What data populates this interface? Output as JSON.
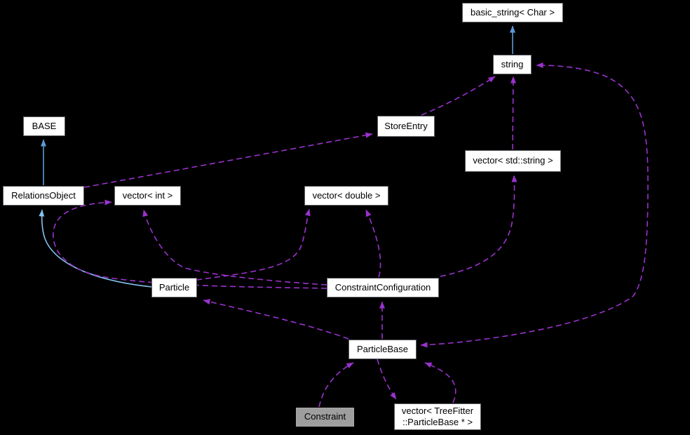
{
  "diagram": {
    "kind": "collaboration-graph",
    "background_color": "#000000",
    "colors": {
      "usage_edge": "#9a32cd",
      "inheritance_edge": "#5b9bd5",
      "inheritance_edge_light": "#85c2f0",
      "node_fill": "#ffffff",
      "node_border": "#5a5e63",
      "node_text": "#000000",
      "highlighted_node_fill": "#9e9e9e"
    },
    "nodes": [
      {
        "id": "basic_string",
        "label": "basic_string< Char >",
        "highlighted": false
      },
      {
        "id": "string",
        "label": "string",
        "highlighted": false
      },
      {
        "id": "base",
        "label": "BASE",
        "highlighted": false
      },
      {
        "id": "store_entry",
        "label": "StoreEntry",
        "highlighted": false
      },
      {
        "id": "vector_std_string",
        "label": "vector< std::string >",
        "highlighted": false
      },
      {
        "id": "relations_object",
        "label": "RelationsObject",
        "highlighted": false
      },
      {
        "id": "vector_int",
        "label": "vector< int >",
        "highlighted": false
      },
      {
        "id": "vector_double",
        "label": "vector< double >",
        "highlighted": false
      },
      {
        "id": "particle",
        "label": "Particle",
        "highlighted": false
      },
      {
        "id": "constraint_configuration",
        "label": "ConstraintConfiguration",
        "highlighted": false
      },
      {
        "id": "particle_base",
        "label": "ParticleBase",
        "highlighted": false
      },
      {
        "id": "constraint",
        "label": "Constraint",
        "highlighted": true
      },
      {
        "id": "vector_treefitter_particlebase",
        "label": "vector< TreeFitter ::ParticleBase * >",
        "lines": {
          "0": "vector< TreeFitter",
          "1": "::ParticleBase * >"
        },
        "highlighted": false
      }
    ],
    "edges": [
      {
        "from": "string",
        "to": "basic_string< Char >",
        "style": "solid",
        "relation": "inheritance"
      },
      {
        "from": "RelationsObject",
        "to": "BASE",
        "style": "solid",
        "relation": "inheritance"
      },
      {
        "from": "Particle",
        "to": "RelationsObject",
        "style": "solid",
        "relation": "inheritance"
      },
      {
        "from": "RelationsObject",
        "to": "StoreEntry",
        "style": "dashed",
        "relation": "usage"
      },
      {
        "from": "StoreEntry",
        "to": "string",
        "style": "dashed",
        "relation": "usage"
      },
      {
        "from": "vector< std::string >",
        "to": "string",
        "style": "dashed",
        "relation": "usage"
      },
      {
        "from": "ConstraintConfiguration",
        "to": "vector< std::string >",
        "style": "dashed",
        "relation": "usage"
      },
      {
        "from": "ConstraintConfiguration",
        "to": "vector< double >",
        "style": "dashed",
        "relation": "usage"
      },
      {
        "from": "Particle",
        "to": "vector< double >",
        "style": "dashed",
        "relation": "usage"
      },
      {
        "from": "ConstraintConfiguration",
        "to": "vector< int >",
        "style": "dashed",
        "relation": "usage",
        "route": "upper"
      },
      {
        "from": "ConstraintConfiguration",
        "to": "vector< int >",
        "style": "dashed",
        "relation": "usage",
        "route": "left-sweep"
      },
      {
        "from": "ParticleBase",
        "to": "ConstraintConfiguration",
        "style": "dashed",
        "relation": "usage"
      },
      {
        "from": "ParticleBase",
        "to": "Particle",
        "style": "dashed",
        "relation": "usage"
      },
      {
        "from": "Constraint",
        "to": "ParticleBase",
        "style": "dashed",
        "relation": "usage"
      },
      {
        "from": "ParticleBase",
        "to": "vector< TreeFitter ::ParticleBase * >",
        "style": "dashed",
        "relation": "usage"
      },
      {
        "from": "vector< TreeFitter ::ParticleBase * >",
        "to": "ParticleBase",
        "style": "dashed",
        "relation": "usage"
      },
      {
        "from": "ParticleBase",
        "to": "string",
        "style": "dashed",
        "relation": "usage",
        "arrows": "both"
      }
    ]
  }
}
